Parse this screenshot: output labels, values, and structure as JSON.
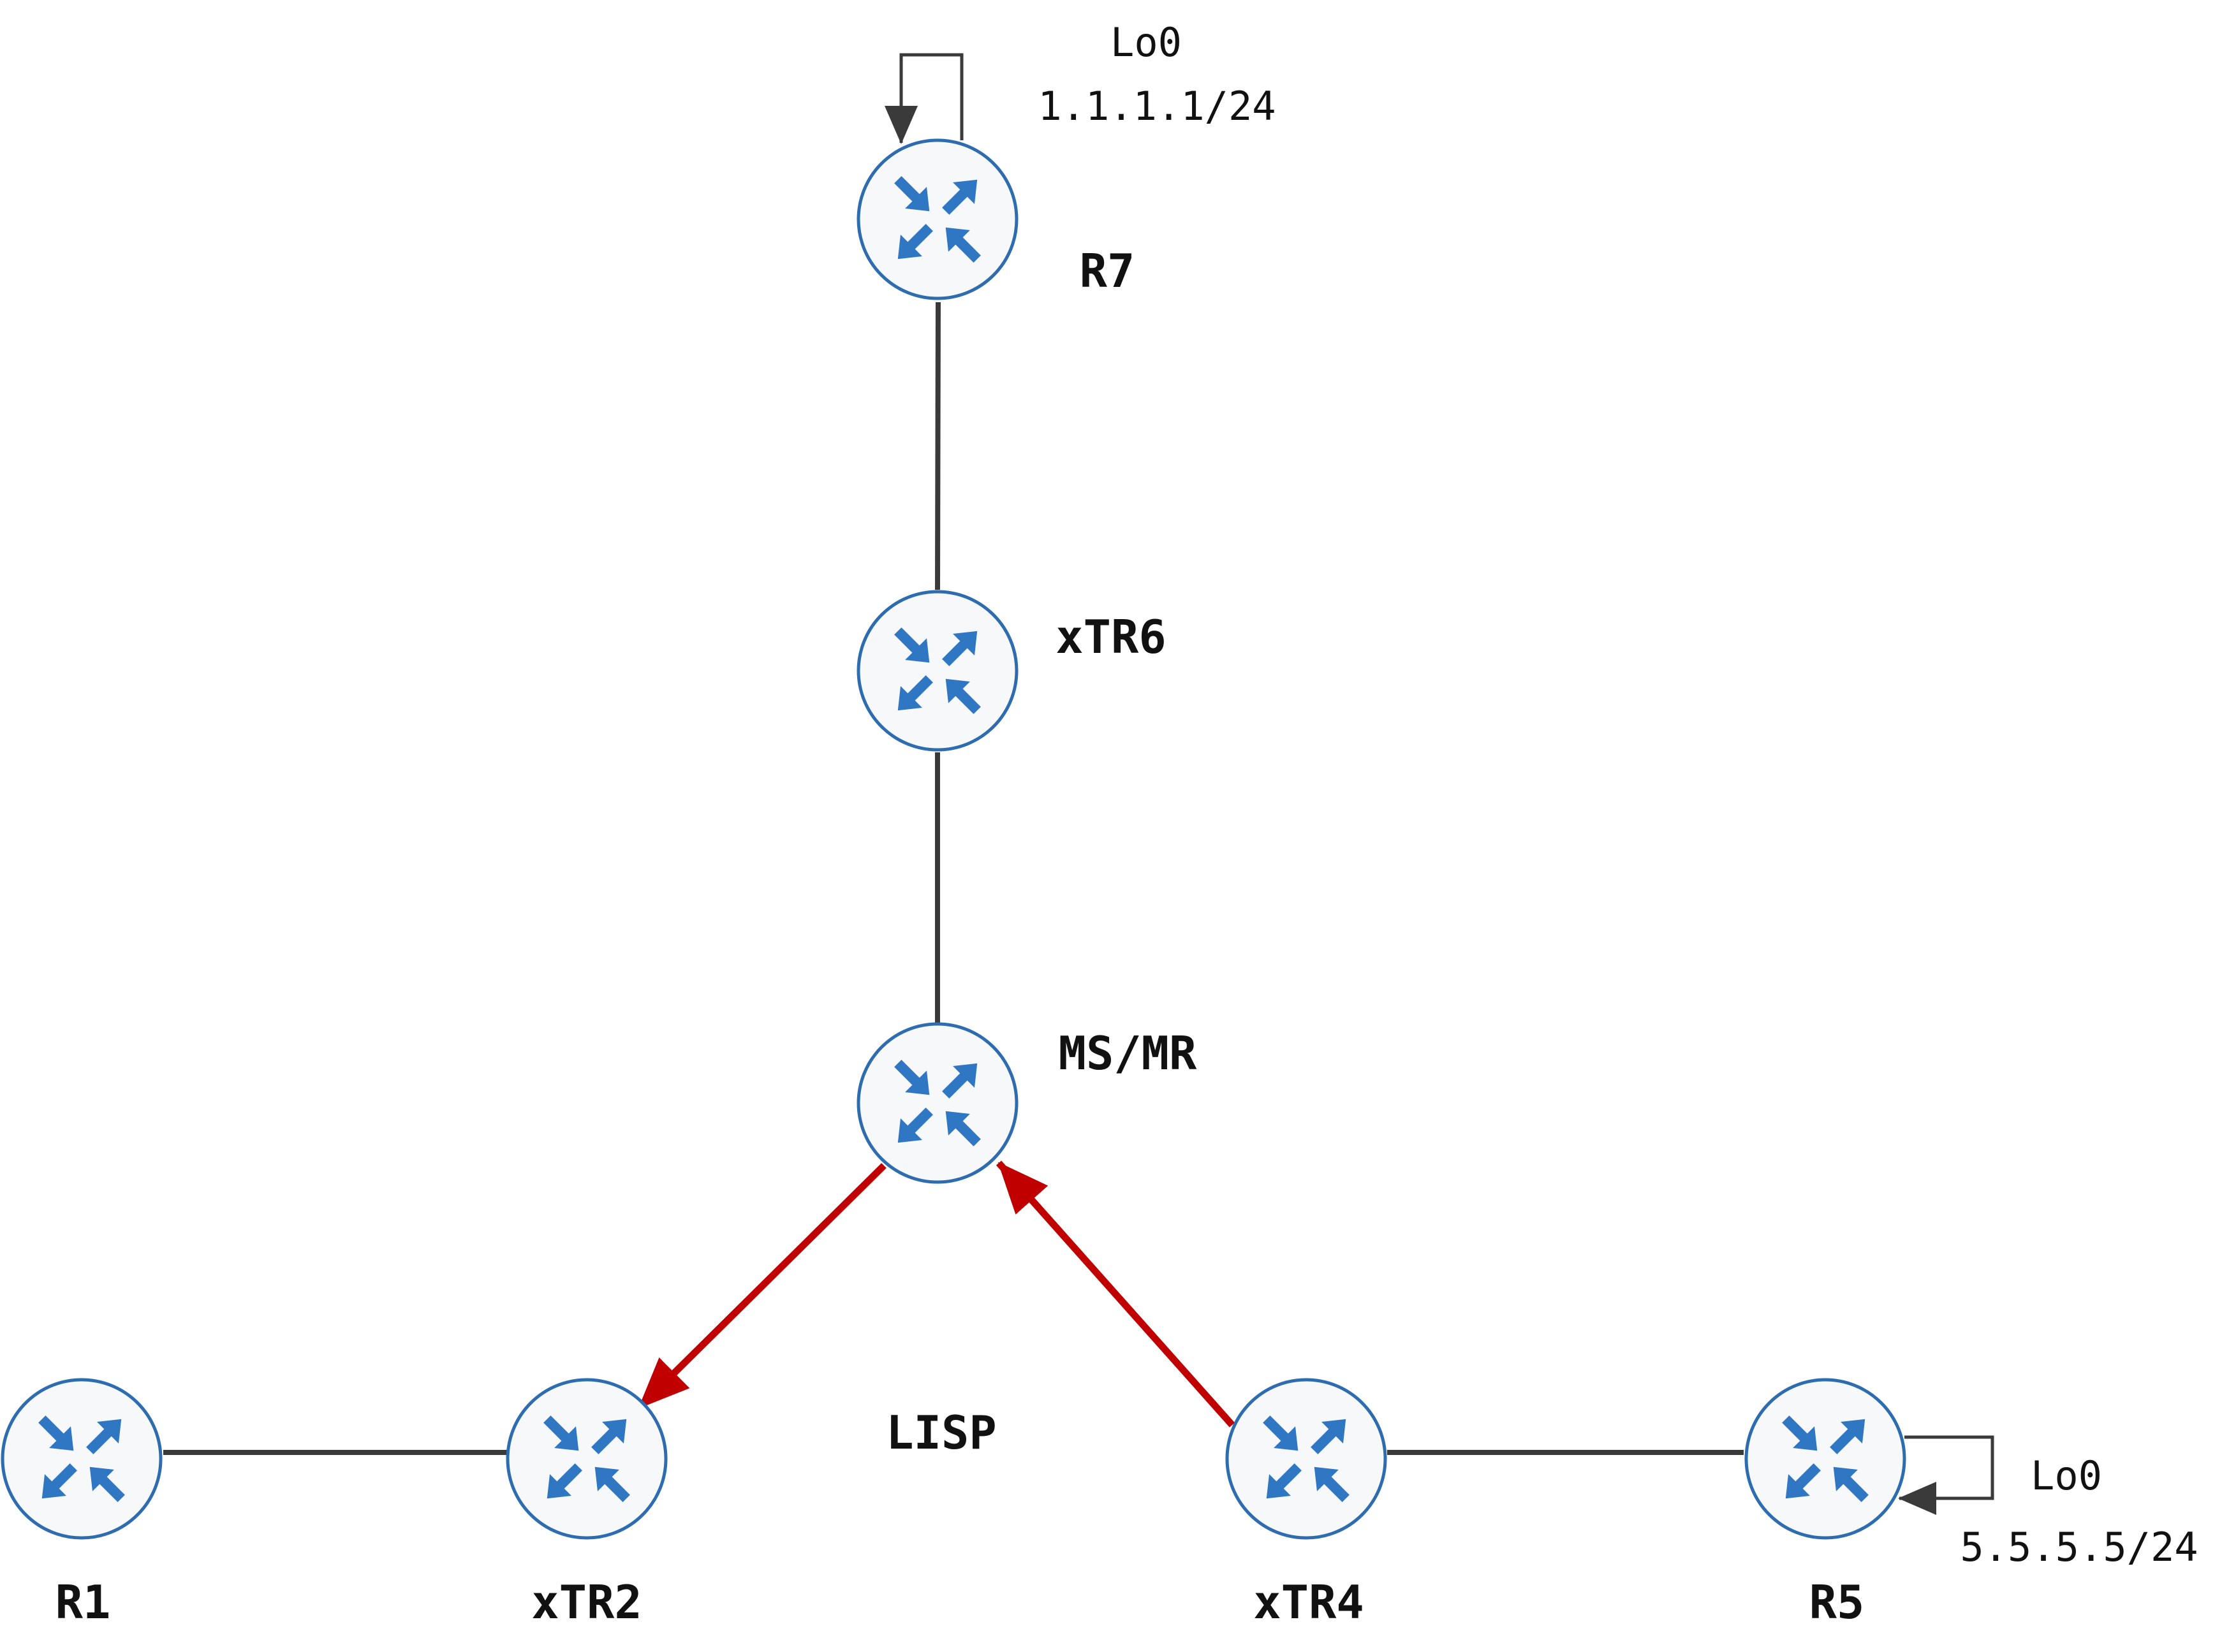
{
  "routers": {
    "r7": {
      "label": "R7",
      "loopback_name": "Lo0",
      "loopback_ip": "1.1.1.1/24"
    },
    "xtr6": {
      "label": "xTR6"
    },
    "msmr": {
      "label": "MS/MR"
    },
    "r1": {
      "label": "R1"
    },
    "xtr2": {
      "label": "xTR2"
    },
    "xtr4": {
      "label": "xTR4"
    },
    "r5": {
      "label": "R5",
      "loopback_name": "Lo0",
      "loopback_ip": "5.5.5.5/24"
    }
  },
  "overlay_label": "LISP",
  "colors": {
    "lisp_arrow": "#c00000",
    "router_stroke": "#2e6cb0",
    "router_arrows": "#2f76c3",
    "link": "#3a3a3a"
  },
  "icons": {
    "router": "router-icon"
  }
}
